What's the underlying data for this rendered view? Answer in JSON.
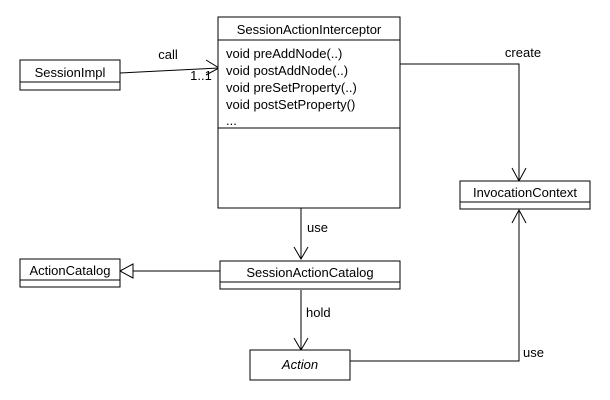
{
  "diagram": {
    "type": "uml-class-diagram",
    "colors": {
      "background": "#ffffff",
      "line": "#000000",
      "text": "#000000",
      "box_fill": "#ffffff"
    },
    "classes": {
      "session_impl": {
        "name": "SessionImpl"
      },
      "session_action_interceptor": {
        "name": "SessionActionInterceptor",
        "methods": [
          "void preAddNode(..)",
          "void postAddNode(..)",
          "void preSetProperty(..)",
          "void postSetProperty()",
          "..."
        ]
      },
      "invocation_context": {
        "name": "InvocationContext"
      },
      "action_catalog": {
        "name": "ActionCatalog"
      },
      "session_action_catalog": {
        "name": "SessionActionCatalog"
      },
      "action": {
        "name": "Action"
      }
    },
    "relationships": [
      {
        "from": "SessionImpl",
        "to": "SessionActionInterceptor",
        "label": "call",
        "multiplicity": "1..1",
        "arrowhead": "open"
      },
      {
        "from": "SessionActionInterceptor",
        "to": "InvocationContext",
        "label": "create",
        "arrowhead": "open"
      },
      {
        "from": "SessionActionInterceptor",
        "to": "SessionActionCatalog",
        "label": "use",
        "arrowhead": "open"
      },
      {
        "from": "SessionActionCatalog",
        "to": "ActionCatalog",
        "label": "",
        "arrowhead": "hollow-triangle"
      },
      {
        "from": "SessionActionCatalog",
        "to": "Action",
        "label": "hold",
        "arrowhead": "open"
      },
      {
        "from": "Action",
        "to": "InvocationContext",
        "label": "use",
        "arrowhead": "open"
      }
    ]
  }
}
